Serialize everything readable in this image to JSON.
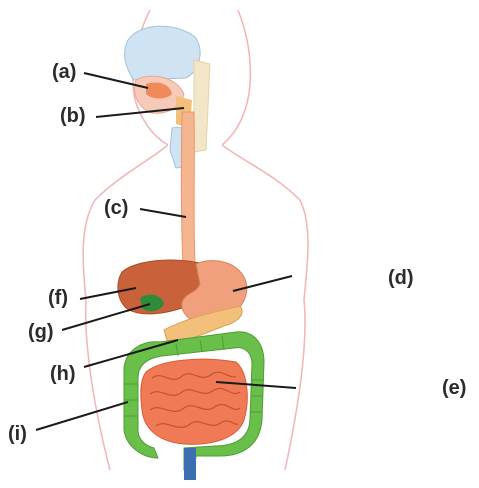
{
  "labels": {
    "a": "(a)",
    "b": "(b)",
    "c": "(c)",
    "d": "(d)",
    "e": "(e)",
    "f": "(f)",
    "g": "(g)",
    "h": "(h)",
    "i": "(i)"
  },
  "colors": {
    "body_outline": "#f2b8b8",
    "esophagus": "#f4b58f",
    "liver": "#c9623a",
    "stomach": "#f0a07c",
    "gallbladder": "#2e8b3a",
    "pancreas": "#f2c07a",
    "small_intestine": "#f07a55",
    "large_intestine": "#6abf4b",
    "nasal_cavity": "#cfe3f2",
    "leader_line": "#1a1a1a"
  }
}
